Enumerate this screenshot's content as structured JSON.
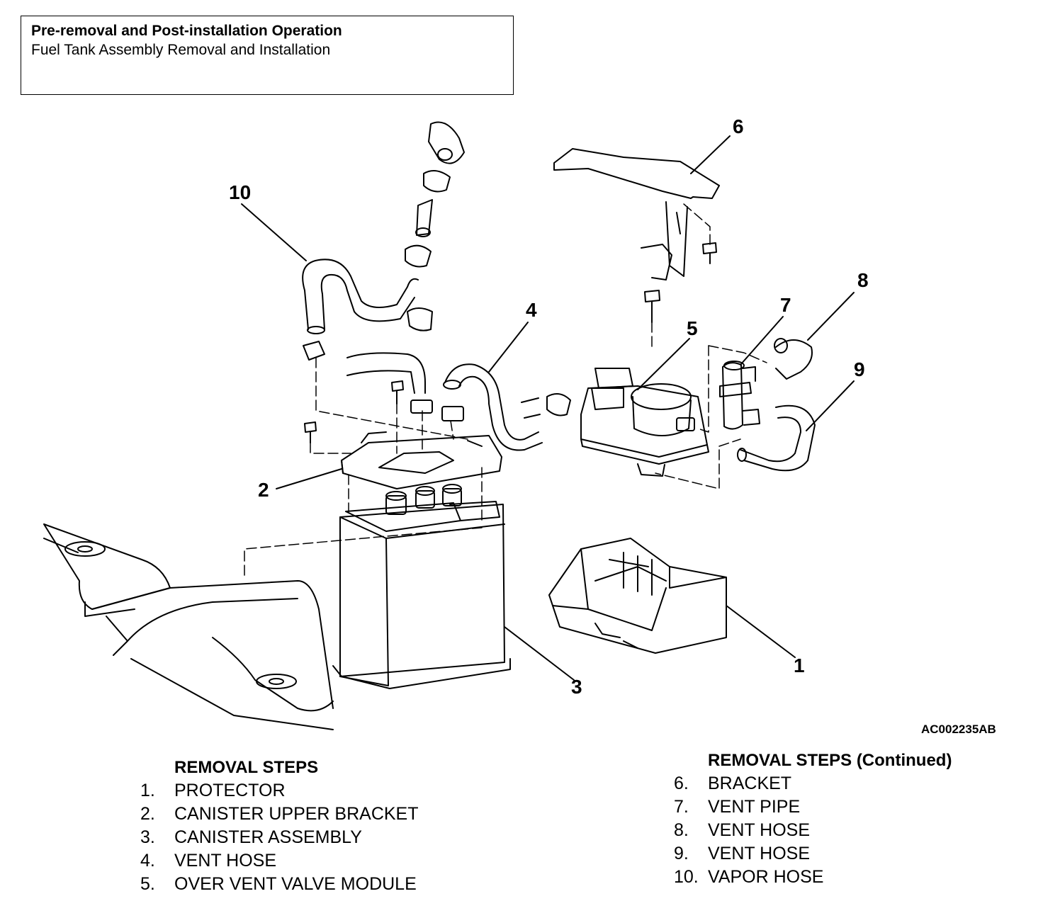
{
  "header": {
    "title": "Pre-removal and Post-installation Operation",
    "subtitle": "Fuel Tank Assembly Removal and Installation"
  },
  "callouts": [
    "1",
    "2",
    "3",
    "4",
    "5",
    "6",
    "7",
    "8",
    "9",
    "10"
  ],
  "reference_code": "AC002235AB",
  "removal_steps": {
    "heading": "REMOVAL STEPS",
    "items": [
      {
        "num": "1.",
        "label": "PROTECTOR"
      },
      {
        "num": "2.",
        "label": "CANISTER UPPER BRACKET"
      },
      {
        "num": "3.",
        "label": "CANISTER ASSEMBLY"
      },
      {
        "num": "4.",
        "label": "VENT HOSE"
      },
      {
        "num": "5.",
        "label": "OVER VENT VALVE MODULE"
      }
    ]
  },
  "removal_steps_continued": {
    "heading": "REMOVAL STEPS (Continued)",
    "items": [
      {
        "num": "6.",
        "label": "BRACKET"
      },
      {
        "num": "7.",
        "label": "VENT PIPE"
      },
      {
        "num": "8.",
        "label": "VENT HOSE"
      },
      {
        "num": "9.",
        "label": "VENT HOSE"
      },
      {
        "num": "10.",
        "label": "VAPOR HOSE"
      }
    ]
  }
}
